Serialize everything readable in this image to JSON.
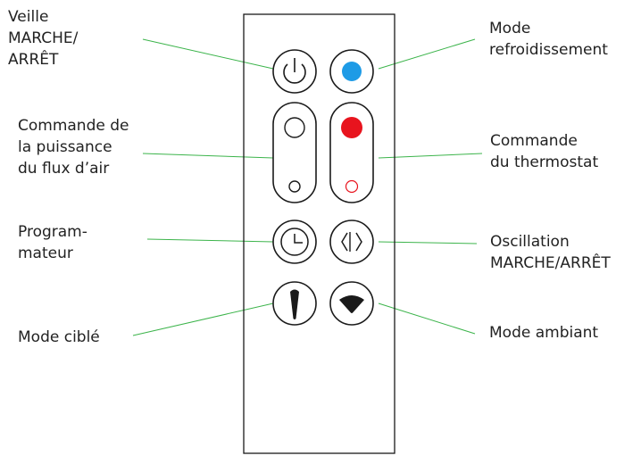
{
  "colors": {
    "outline": "#1a1a1a",
    "leader_line": "#3cb44b",
    "cool_dot": "#1e9be6",
    "heat_dot": "#e8141e",
    "heat_ring": "#e8141e",
    "background": "#ffffff"
  },
  "remote": {
    "buttons": [
      {
        "name": "standby-power-button",
        "icon": "power-icon"
      },
      {
        "name": "cooling-mode-button",
        "icon": "blue-dot-icon"
      },
      {
        "name": "airflow-speed-button",
        "icon": "circle-up-down-icon"
      },
      {
        "name": "thermostat-button",
        "icon": "red-dot-ring-icon"
      },
      {
        "name": "timer-button",
        "icon": "clock-icon"
      },
      {
        "name": "oscillation-button",
        "icon": "left-right-arrows-icon"
      },
      {
        "name": "focused-mode-button",
        "icon": "narrow-cone-icon"
      },
      {
        "name": "diffused-mode-button",
        "icon": "wide-fan-icon"
      }
    ]
  },
  "labels": {
    "standby": "Veille\nMARCHE/\nARRÊT",
    "cooling": "Mode\nrefroidissement",
    "airflow": "Commande de\nla puissance\ndu flux d’air",
    "thermostat": "Commande\ndu thermostat",
    "timer": "Program-\nmateur",
    "oscillation": "Oscillation\nMARCHE/ARRÊT",
    "focused": "Mode ciblé",
    "diffused": "Mode ambiant"
  }
}
